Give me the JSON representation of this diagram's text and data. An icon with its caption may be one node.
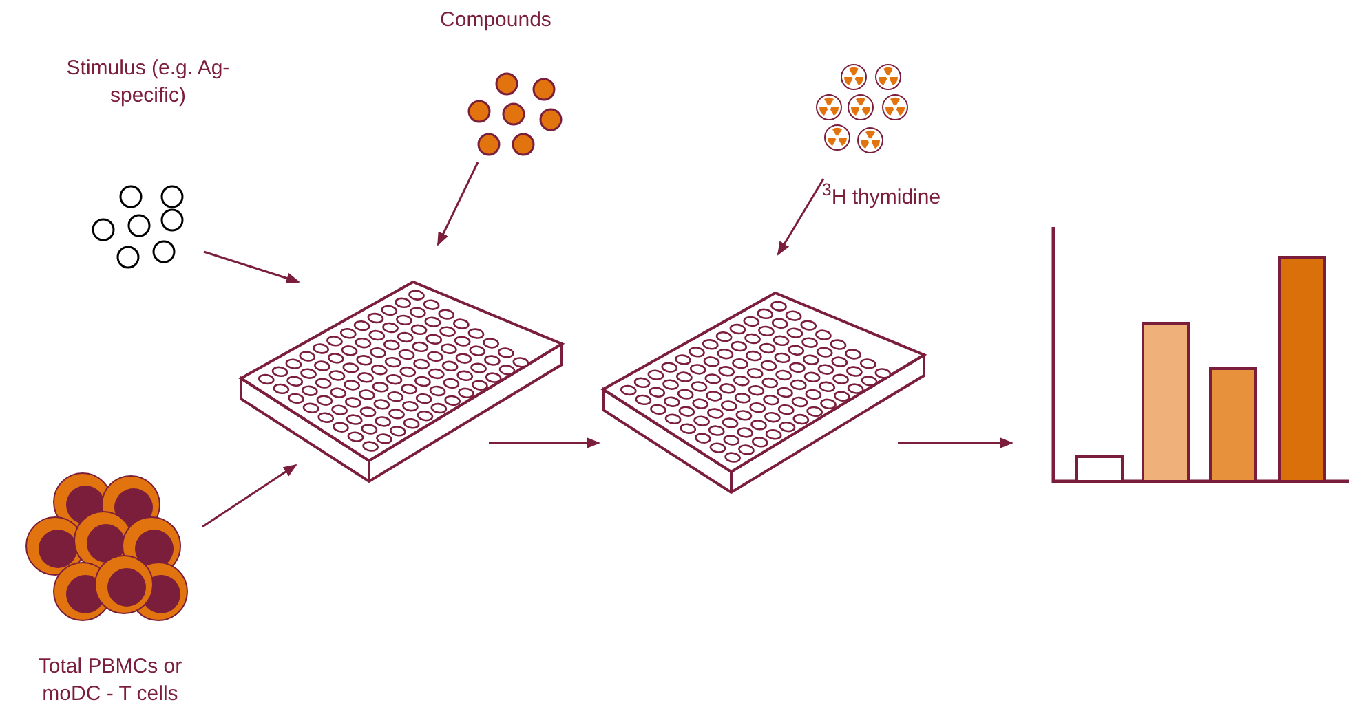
{
  "diagram": {
    "nodes": [
      {
        "text": [
          "Stimulus (e.g. Ag-specific)"
        ]
      },
      {
        "text": [
          "Compounds"
        ]
      },
      {
        "text": [
          "$^{3}$H thymidine"
        ]
      },
      {
        "text": [
          "Total PBMCs or moDC - T cells"
        ]
      },
      {
        "text": [],
        "shape": "picture"
      },
      {
        "text": [],
        "shape": "picture"
      },
      {
        "text": [],
        "shape": "picture"
      }
    ],
    "edges": [
      {
        "from": 0,
        "to": 4,
        "arrow": "to"
      },
      {
        "from": 1,
        "to": 4,
        "arrow": "to"
      },
      {
        "from": 3,
        "to": 4,
        "arrow": "to"
      },
      {
        "from": 4,
        "to": 5,
        "arrow": "to"
      },
      {
        "from": 2,
        "to": 5,
        "arrow": "to"
      },
      {
        "from": 5,
        "to": 6,
        "arrow": "to"
      }
    ]
  }
}
